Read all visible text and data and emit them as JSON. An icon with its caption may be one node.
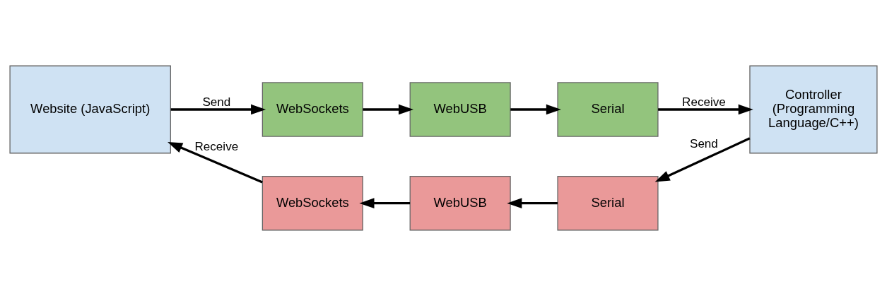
{
  "diagram": {
    "nodes": [
      {
        "text": [
          "Website (JavaScript)"
        ]
      },
      {
        "text": [
          "WebSockets"
        ]
      },
      {
        "text": [
          "WebUSB"
        ]
      },
      {
        "text": [
          "Serial"
        ]
      },
      {
        "text": [
          "Controller (Programming Language/C++)"
        ]
      },
      {
        "text": [
          "WebSockets"
        ]
      },
      {
        "text": [
          "WebUSB"
        ]
      },
      {
        "text": [
          "Serial"
        ]
      }
    ],
    "edges": [
      {
        "from": 0,
        "to": 1,
        "arrow": "to",
        "label": "Send"
      },
      {
        "from": 1,
        "to": 2,
        "arrow": "to"
      },
      {
        "from": 2,
        "to": 3,
        "arrow": "to"
      },
      {
        "from": 3,
        "to": 4,
        "arrow": "to",
        "label": "Receive"
      },
      {
        "from": 4,
        "to": 7,
        "arrow": "to",
        "label": "Send"
      },
      {
        "from": 7,
        "to": 6,
        "arrow": "to"
      },
      {
        "from": 6,
        "to": 5,
        "arrow": "to"
      },
      {
        "from": 5,
        "to": 0,
        "arrow": "to",
        "label": "Receive"
      }
    ]
  }
}
